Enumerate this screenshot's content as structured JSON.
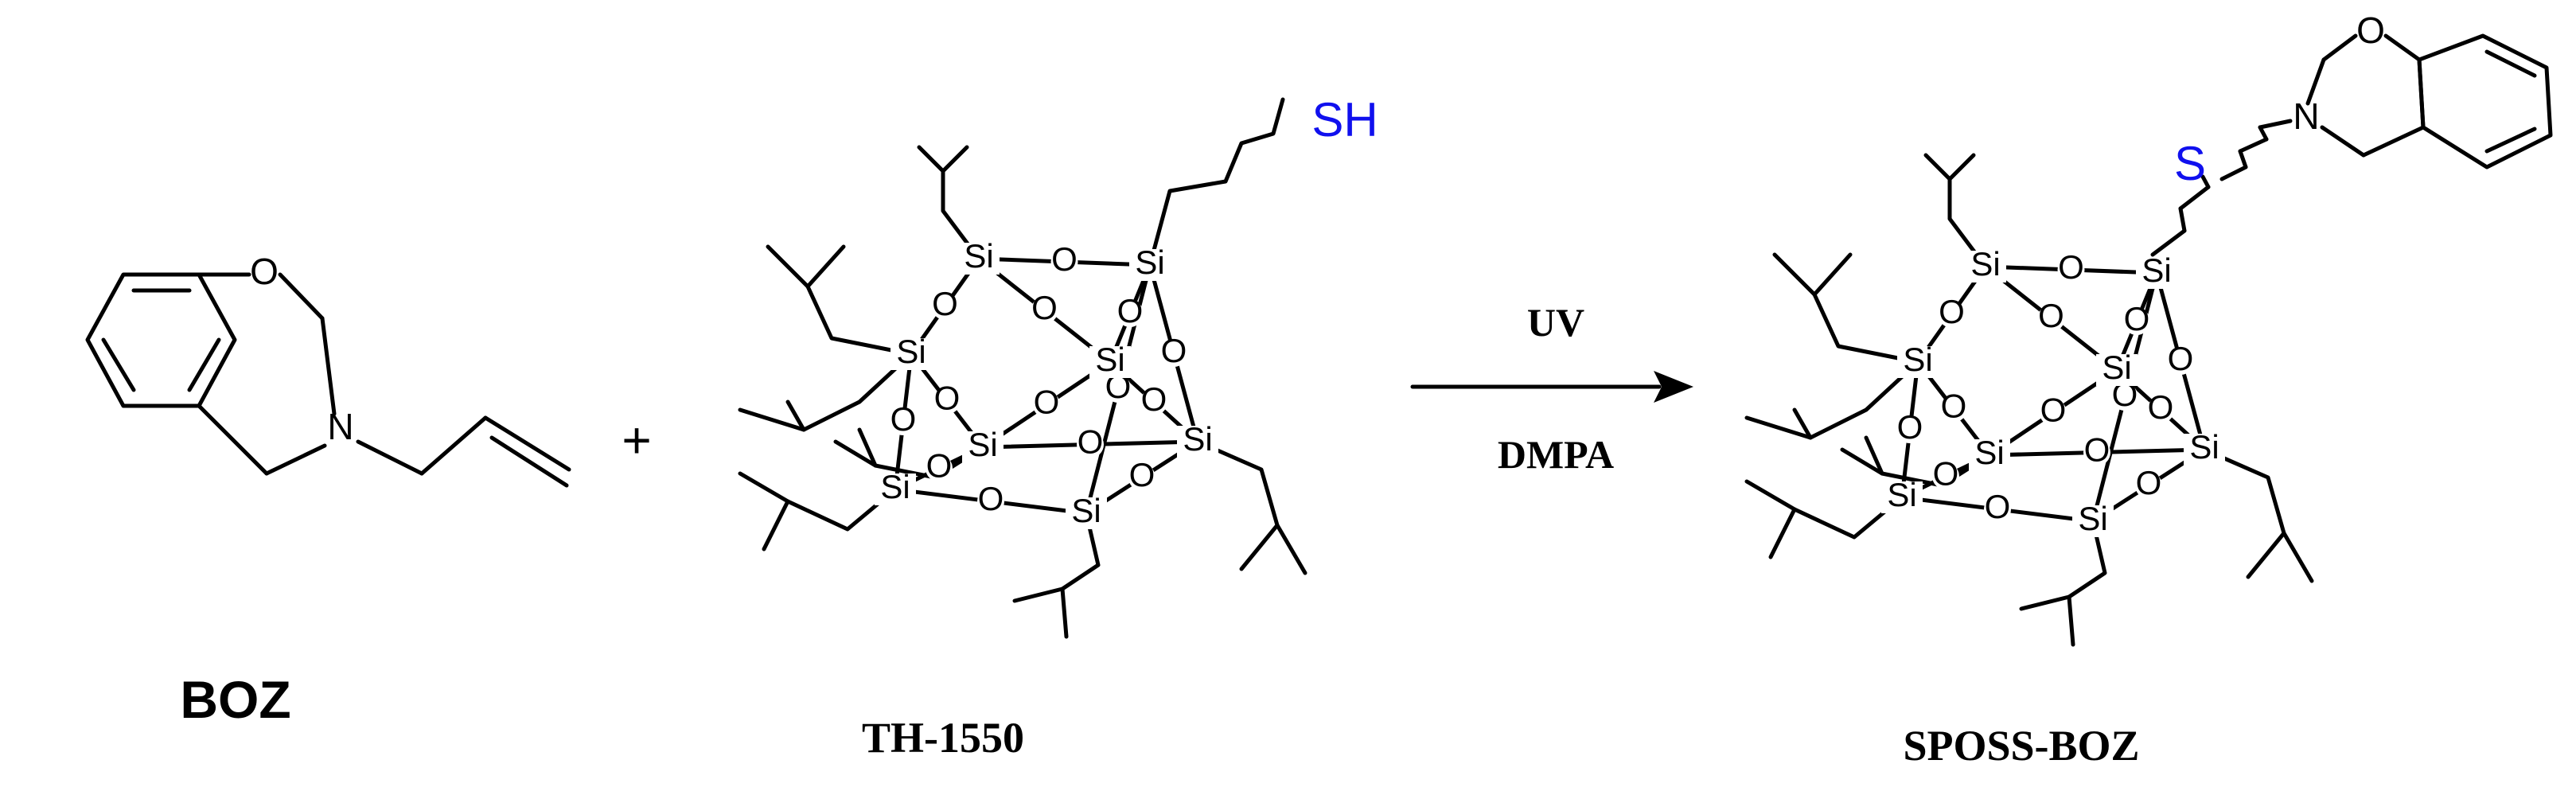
{
  "scheme": {
    "reactant1": {
      "label": "BOZ",
      "atoms": {
        "oxygen": "O",
        "nitrogen": "N"
      }
    },
    "plus_sign": "+",
    "reactant2": {
      "label": "TH-1550",
      "thiol": "SH",
      "silicon": "Si",
      "oxygen": "O"
    },
    "arrow": {
      "above": "UV",
      "below": "DMPA"
    },
    "product": {
      "label": "SPOSS-BOZ",
      "sulfur": "S",
      "oxygen": "O",
      "nitrogen": "N",
      "silicon": "Si"
    }
  },
  "colors": {
    "bond": "#000000",
    "thiol_highlight": "#1010ee"
  }
}
